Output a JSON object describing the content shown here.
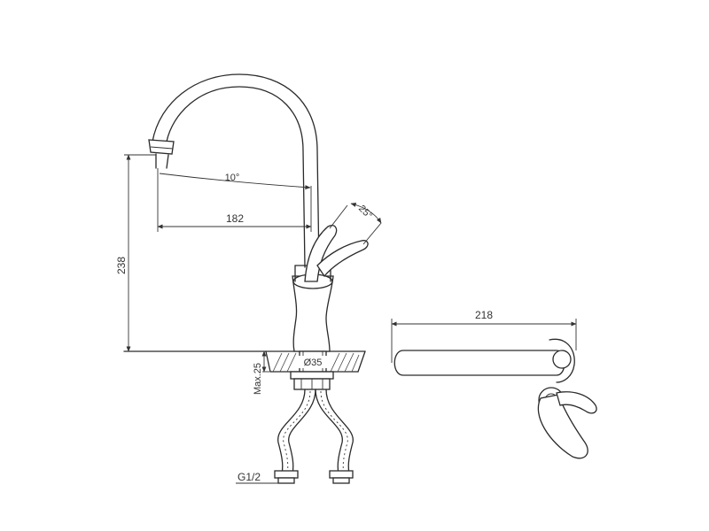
{
  "dimensions": {
    "spout_angle": "10°",
    "reach": "182",
    "height": "238",
    "handle_angle": "25°",
    "max_counter_thickness": "Max.25",
    "hole_diameter": "Ø35",
    "connection_thread": "G1/2",
    "top_view_length": "218"
  },
  "colors": {
    "line": "#2a2a2a",
    "background": "#ffffff"
  }
}
